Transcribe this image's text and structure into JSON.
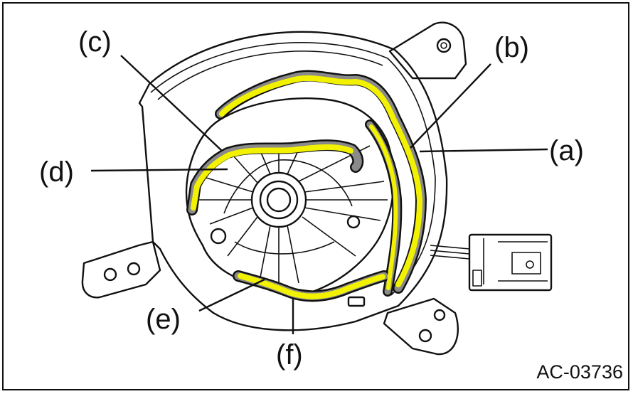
{
  "labels": {
    "a": "(a)",
    "b": "(b)",
    "c": "(c)",
    "d": "(d)",
    "e": "(e)",
    "f": "(f)"
  },
  "figure_code": "AC-03736",
  "colors": {
    "line": "#111111",
    "highlight": "#f2f200",
    "seal": "#8a8a8a",
    "background": "#ffffff"
  }
}
